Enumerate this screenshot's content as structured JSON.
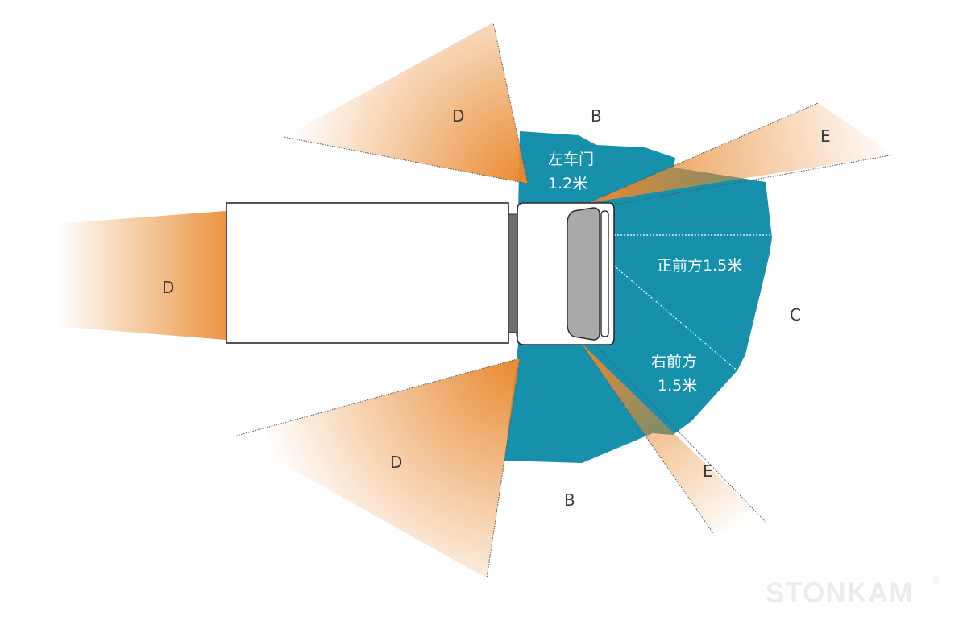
{
  "zones": {
    "b_top": "B",
    "b_bottom": "B",
    "c": "C",
    "d_upper_left": "D",
    "d_rear": "D",
    "d_lower_left": "D",
    "e_upper_right": "E",
    "e_lower_right": "E"
  },
  "labels": {
    "left_door_line1": "左车门",
    "left_door_line2": "1.2米",
    "front": "正前方1.5米",
    "right_front_line1": "右前方",
    "right_front_line2": "1.5米"
  },
  "brand": {
    "name": "STONKAM",
    "mark": "®"
  },
  "colors": {
    "teal": "#1791ab",
    "orange": "#e8892e",
    "truck_outline": "#2b2b2b",
    "windshield": "#a9a9a9",
    "cab_joint": "#6e6e6e"
  }
}
